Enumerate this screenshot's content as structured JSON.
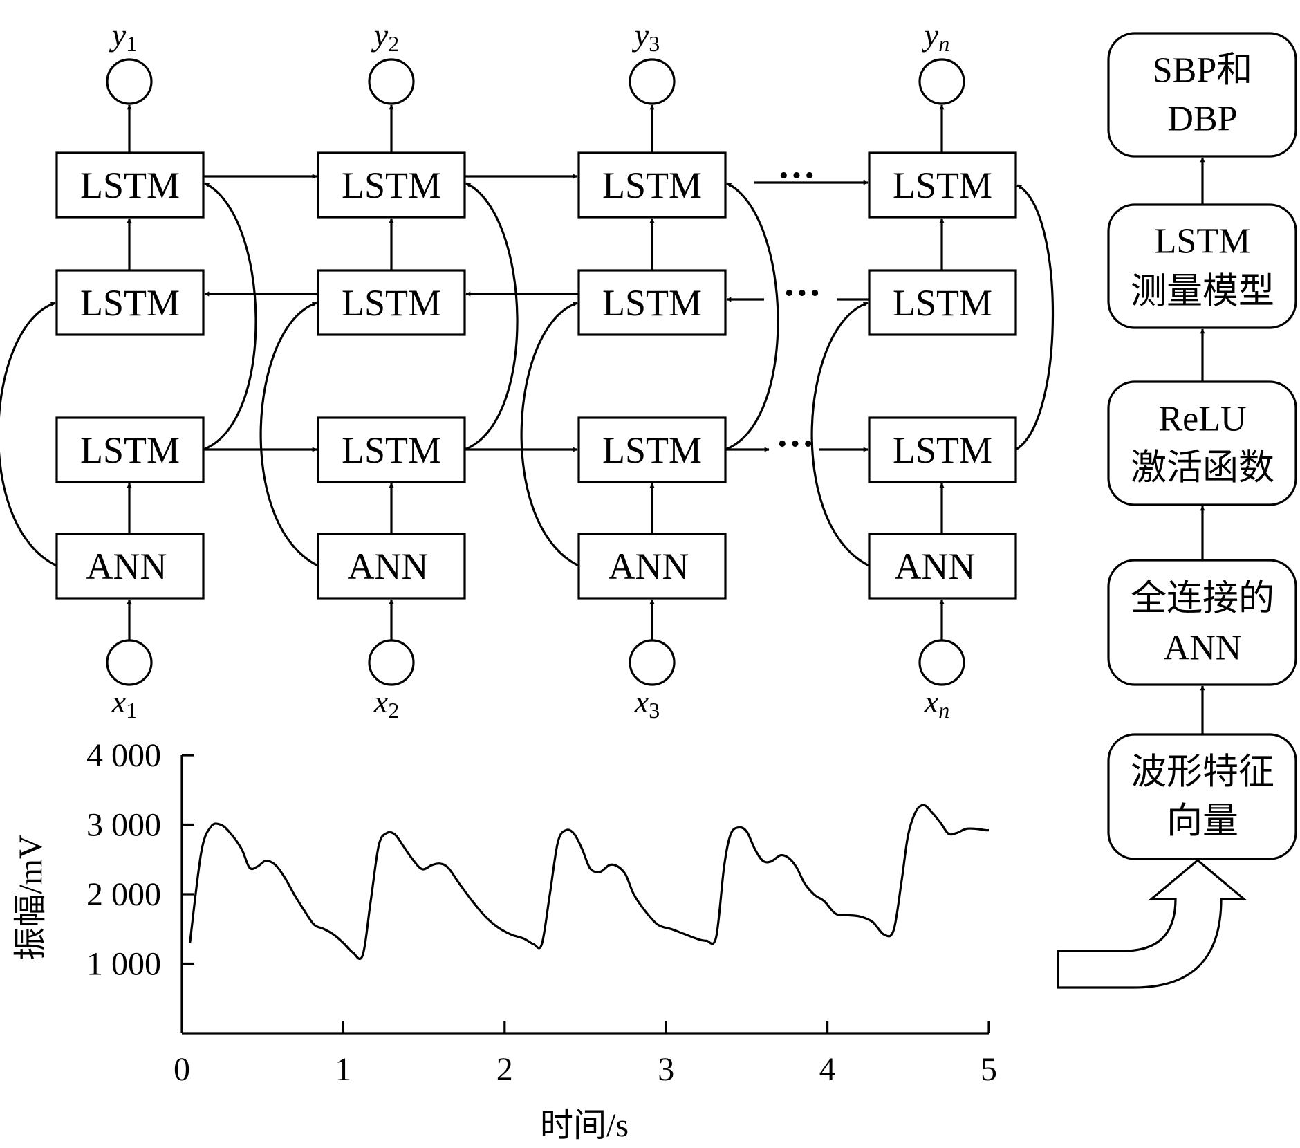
{
  "network": {
    "columns": [
      {
        "x_var": "x",
        "x_sub": "1",
        "y_var": "y",
        "y_sub": "1"
      },
      {
        "x_var": "x",
        "x_sub": "2",
        "y_var": "y",
        "y_sub": "2"
      },
      {
        "x_var": "x",
        "x_sub": "3",
        "y_var": "y",
        "y_sub": "3"
      },
      {
        "x_var": "x",
        "x_sub": "n",
        "y_var": "y",
        "y_sub": "n"
      }
    ],
    "lstm_label": "LSTM",
    "ann_label": "ANN",
    "ellipsis": "···"
  },
  "pipeline": {
    "steps": [
      {
        "line1": "SBP和",
        "line2": "DBP"
      },
      {
        "line1": "LSTM",
        "line2": "测量模型"
      },
      {
        "line1": "ReLU",
        "line2": "激活函数"
      },
      {
        "line1": "全连接的",
        "line2": "ANN"
      },
      {
        "line1": "波形特征",
        "line2": "向量"
      }
    ]
  },
  "chart_data": {
    "type": "line",
    "xlabel": "时间/s",
    "ylabel": "振幅/mV",
    "xlim": [
      0,
      5
    ],
    "ylim": [
      0,
      4000
    ],
    "x_ticks": [
      "0",
      "1",
      "2",
      "3",
      "4",
      "5"
    ],
    "y_ticks": [
      "1 000",
      "2 000",
      "3 000",
      "4 000"
    ],
    "y_tick_values": [
      1000,
      2000,
      3000,
      4000
    ],
    "series": [
      {
        "x": [
          0.05,
          0.12,
          0.18,
          0.24,
          0.3,
          0.37,
          0.42,
          0.47,
          0.52,
          0.58,
          0.64,
          0.7,
          0.76,
          0.82,
          0.88,
          0.94,
          1.0,
          1.06,
          1.12,
          1.17,
          1.22,
          1.27,
          1.32,
          1.37,
          1.43,
          1.49,
          1.55,
          1.6,
          1.65,
          1.72,
          1.8,
          1.88,
          1.96,
          2.04,
          2.12,
          2.18,
          2.23,
          2.28,
          2.33,
          2.38,
          2.43,
          2.48,
          2.53,
          2.59,
          2.65,
          2.7,
          2.75,
          2.8,
          2.87,
          2.95,
          3.03,
          3.11,
          3.19,
          3.25,
          3.31,
          3.36,
          3.4,
          3.45,
          3.5,
          3.55,
          3.6,
          3.65,
          3.71,
          3.76,
          3.81,
          3.86,
          3.92,
          3.98,
          4.05,
          4.12,
          4.2,
          4.28,
          4.35,
          4.41,
          4.46,
          4.5,
          4.55,
          4.6,
          4.65,
          4.7,
          4.75,
          4.8,
          4.86,
          4.92,
          4.98,
          5.0
        ],
        "y": [
          1300,
          2600,
          2970,
          3000,
          2880,
          2650,
          2380,
          2400,
          2480,
          2420,
          2230,
          1980,
          1760,
          1560,
          1500,
          1420,
          1300,
          1160,
          1120,
          1900,
          2700,
          2880,
          2860,
          2700,
          2500,
          2360,
          2420,
          2440,
          2380,
          2150,
          1900,
          1680,
          1520,
          1420,
          1360,
          1280,
          1280,
          2000,
          2750,
          2920,
          2870,
          2650,
          2370,
          2320,
          2420,
          2400,
          2280,
          2000,
          1760,
          1560,
          1500,
          1430,
          1360,
          1330,
          1380,
          2400,
          2860,
          2960,
          2900,
          2650,
          2480,
          2470,
          2560,
          2520,
          2380,
          2150,
          1990,
          1900,
          1720,
          1700,
          1680,
          1600,
          1420,
          1480,
          2200,
          2850,
          3200,
          3280,
          3170,
          3030,
          2870,
          2880,
          2940,
          2940,
          2920,
          2920
        ]
      }
    ]
  }
}
